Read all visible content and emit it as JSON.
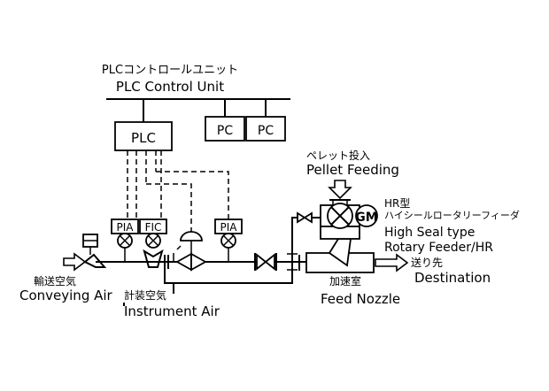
{
  "plc_unit": {
    "title_jp": "PLCコントロールユニット",
    "title_en": "PLC Control Unit"
  },
  "boxes": {
    "plc": "PLC",
    "pc1": "PC",
    "pc2": "PC"
  },
  "instruments": {
    "pia_left": "PIA",
    "fic": "FIC",
    "pia_right": "PIA"
  },
  "pellet": {
    "jp": "ペレット投入",
    "en": "Pellet Feeding"
  },
  "feeder": {
    "model": "HR型",
    "name_jp": "ハイシールロータリーフィーダ",
    "motor": "GM",
    "en_line1": "High Seal type",
    "en_line2": "Rotary Feeder/HR"
  },
  "conveying_air": {
    "jp": "輸送空気",
    "en": "Conveying Air"
  },
  "instrument_air": {
    "jp": "計装空気",
    "en": "Instrument Air"
  },
  "feed_nozzle": {
    "jp": "加速室",
    "en": "Feed Nozzle"
  },
  "destination": {
    "jp": "送り先",
    "en": "Destination"
  }
}
